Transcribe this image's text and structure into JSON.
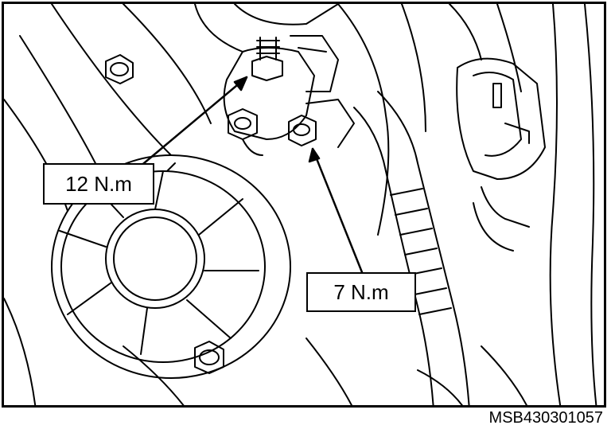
{
  "labels": {
    "torque_upper": "12 N.m",
    "torque_lower": "7 N.m"
  },
  "figure_code": "MSB430301057",
  "colors": {
    "line": "#000000",
    "background": "#ffffff"
  }
}
